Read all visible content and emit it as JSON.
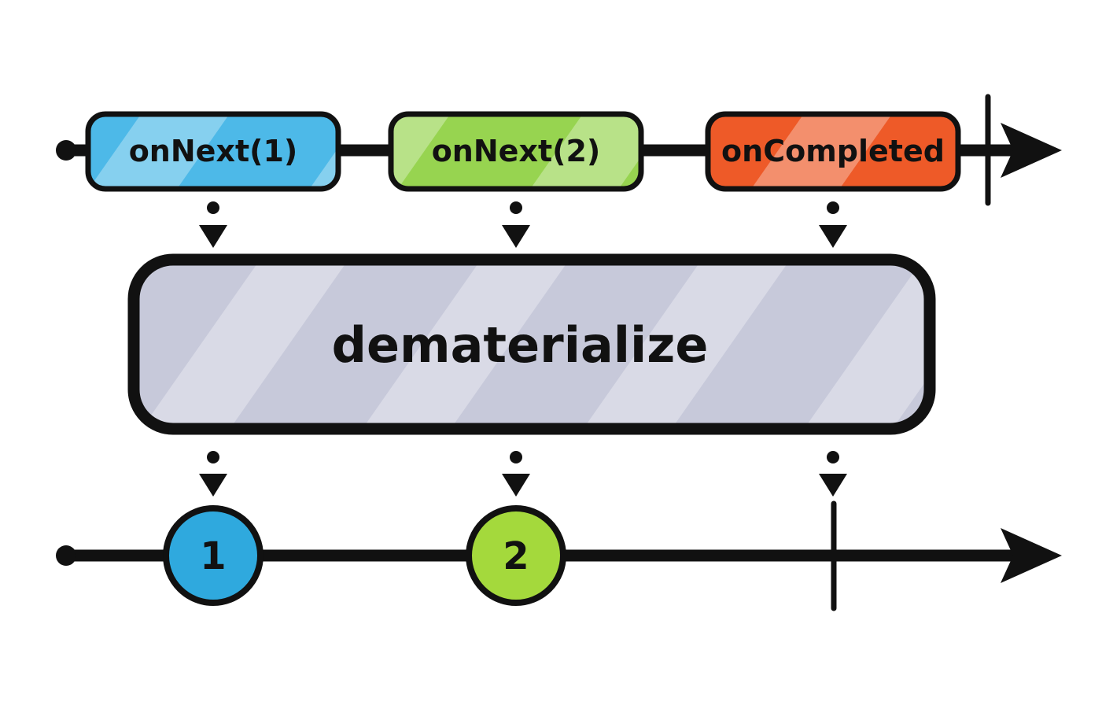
{
  "diagram": {
    "operator_label": "dematerialize",
    "colors": {
      "stroke": "#111111",
      "operator_fill": "#c7c9da",
      "highlight": "rgba(255,255,255,0.32)",
      "event_blue": "#4db9e8",
      "event_green": "#97d450",
      "event_orange": "#ee5a28",
      "marble_blue": "#2fa9de",
      "marble_green": "#a4d93c"
    },
    "source_events": [
      {
        "label": "onNext(1)",
        "color": "#4db9e8"
      },
      {
        "label": "onNext(2)",
        "color": "#97d450"
      },
      {
        "label": "onCompleted",
        "color": "#ee5a28"
      }
    ],
    "output_marbles": [
      {
        "label": "1",
        "color": "#2fa9de"
      },
      {
        "label": "2",
        "color": "#a4d93c"
      }
    ],
    "completion_tick": true
  }
}
